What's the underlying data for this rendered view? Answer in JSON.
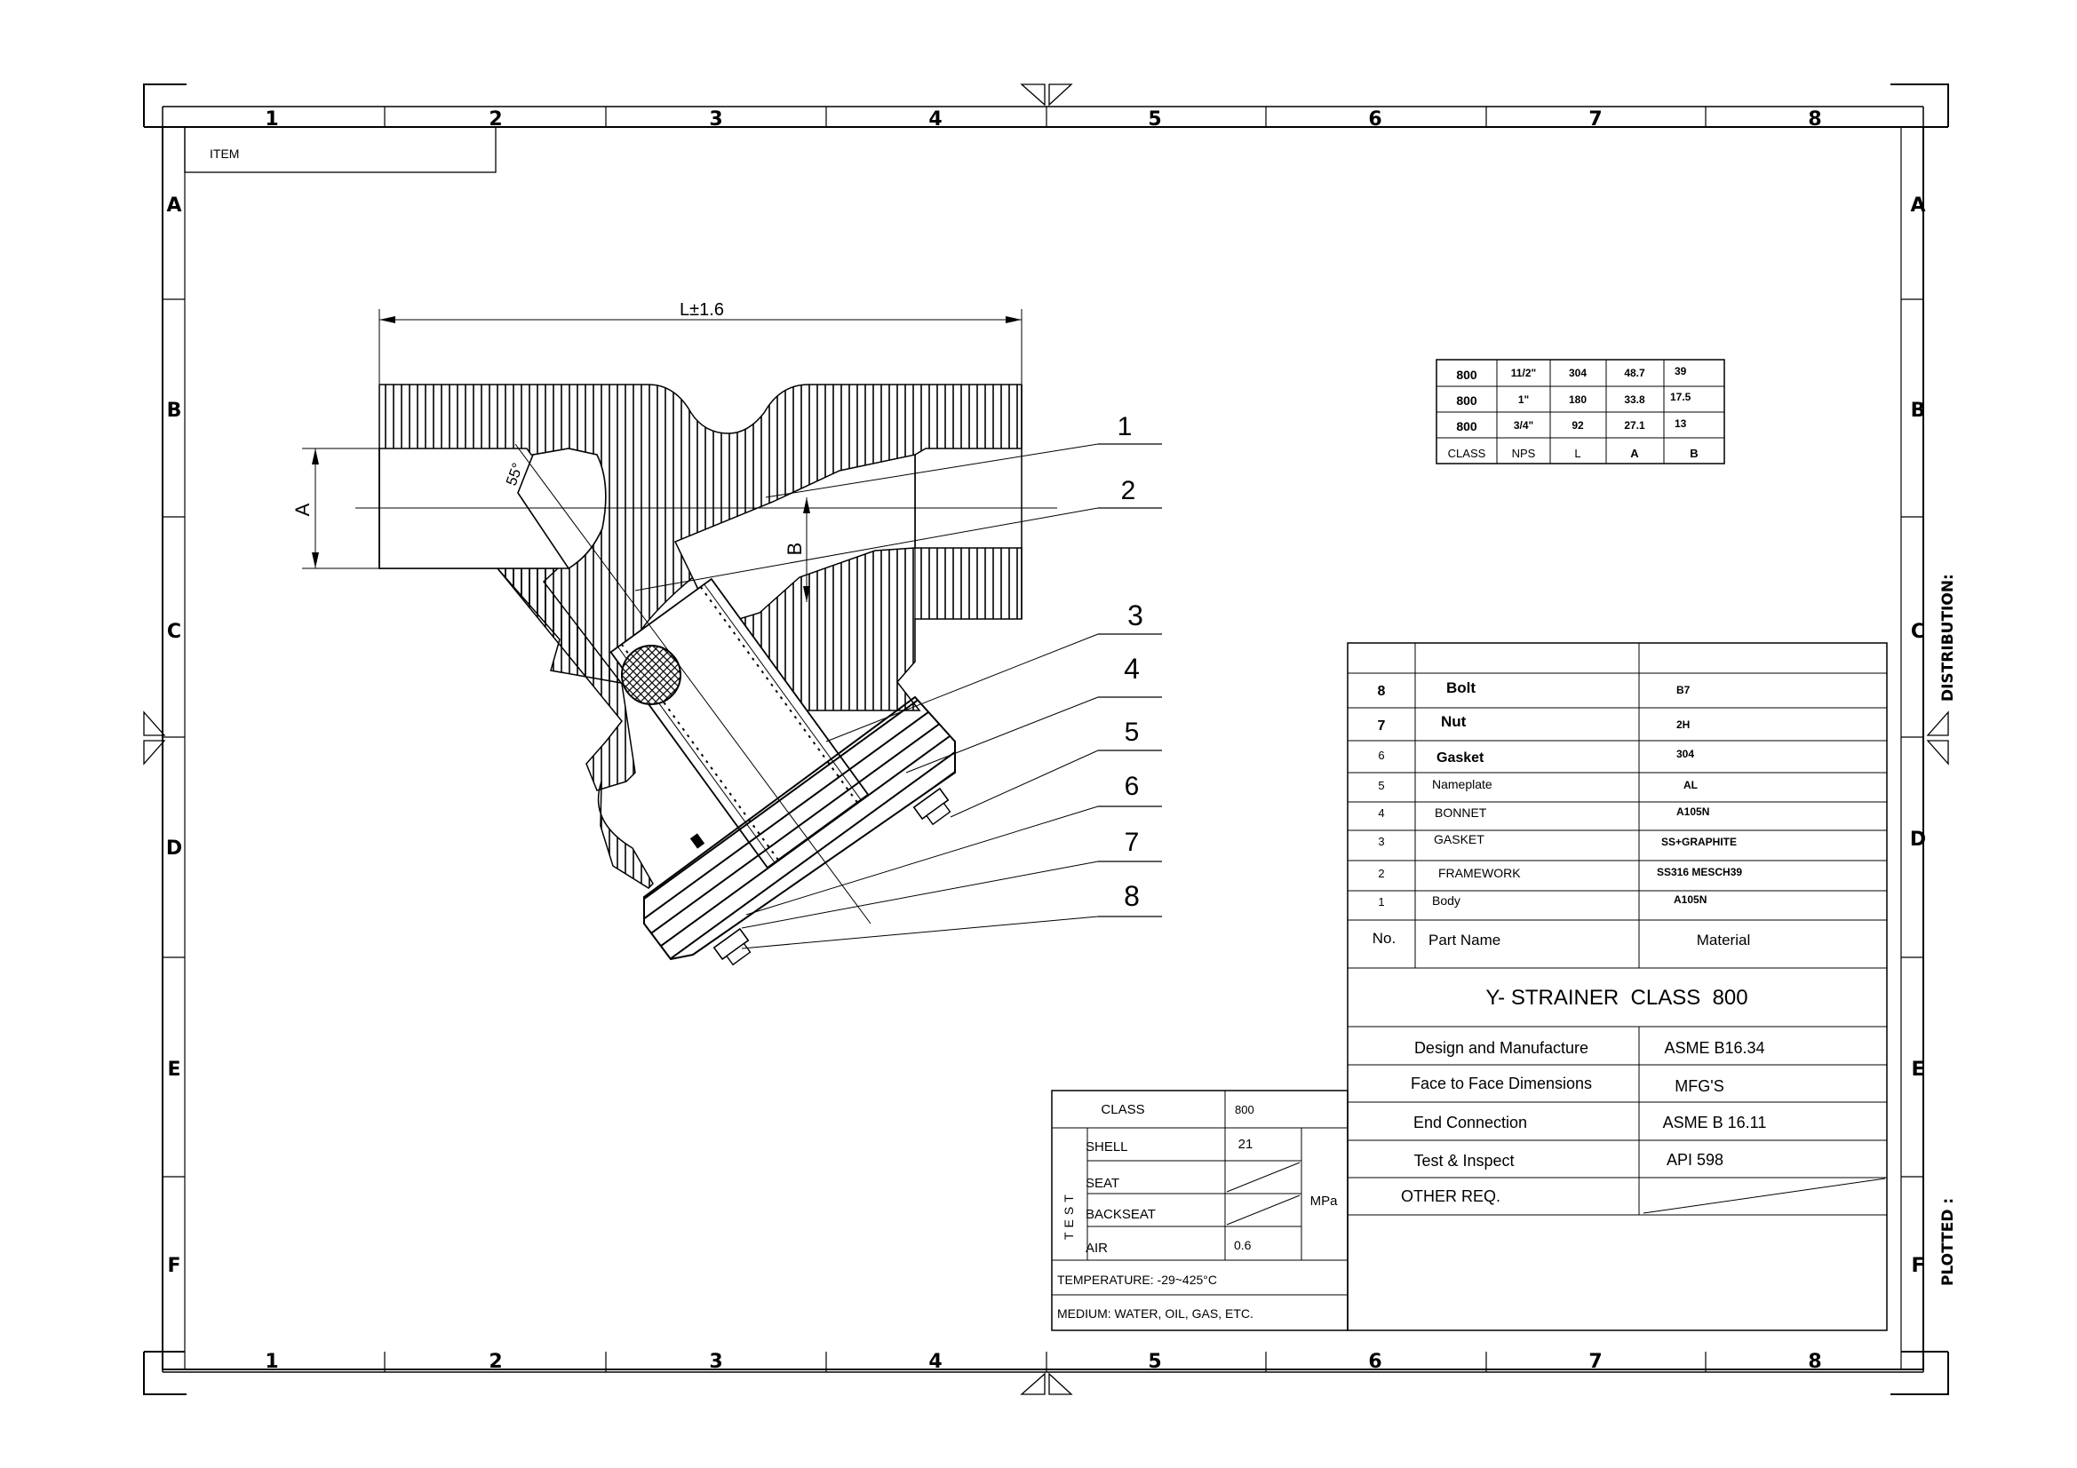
{
  "frame": {
    "columns": [
      "1",
      "2",
      "3",
      "4",
      "5",
      "6",
      "7",
      "8"
    ],
    "rows": [
      "A",
      "B",
      "C",
      "D",
      "E",
      "F"
    ],
    "item_label": "ITEM",
    "side_labels": {
      "distribution": "DISTRIBUTION:",
      "plotted": "PLOTTED :"
    }
  },
  "drawing": {
    "dim_length": "L±1.6",
    "dim_a": "A",
    "dim_b": "B",
    "angle": "55°",
    "balloons": [
      "1",
      "2",
      "3",
      "4",
      "5",
      "6",
      "7",
      "8"
    ]
  },
  "dimension_table": {
    "headers": [
      "CLASS",
      "NPS",
      "L",
      "A",
      "B"
    ],
    "rows": [
      [
        "800",
        "11/2\"",
        "304",
        "48.7",
        "39"
      ],
      [
        "800",
        "1\"",
        "180",
        "33.8",
        "17.5"
      ],
      [
        "800",
        "3/4\"",
        "92",
        "27.1",
        "13"
      ]
    ]
  },
  "parts_table": {
    "header": {
      "no": "No.",
      "name": "Part Name",
      "material": "Material"
    },
    "rows": [
      {
        "no": "8",
        "name": "Bolt",
        "material": "B7"
      },
      {
        "no": "7",
        "name": "Nut",
        "material": "2H"
      },
      {
        "no": "6",
        "name": "Gasket",
        "material": "304"
      },
      {
        "no": "5",
        "name": "Nameplate",
        "material": "AL"
      },
      {
        "no": "4",
        "name": "BONNET",
        "material": "A105N"
      },
      {
        "no": "3",
        "name": "GASKET",
        "material": "SS+GRAPHITE"
      },
      {
        "no": "2",
        "name": "FRAMEWORK",
        "material": "SS316 MESCH39"
      },
      {
        "no": "1",
        "name": "Body",
        "material": "A105N"
      }
    ]
  },
  "title": "Y- STRAINER  CLASS  800",
  "spec_table": [
    {
      "label": "Design and Manufacture",
      "value": "ASME B16.34"
    },
    {
      "label": "Face to Face Dimensions",
      "value": "MFG'S"
    },
    {
      "label": "End Connection",
      "value": "ASME B 16.11"
    },
    {
      "label": "Test & Inspect",
      "value": "API 598"
    },
    {
      "label": "OTHER REQ.",
      "value": ""
    }
  ],
  "test_table": {
    "class_label": "CLASS",
    "class_value": "800",
    "test_label": "TEST",
    "unit": "MPa",
    "rows": [
      {
        "label": "SHELL",
        "value": "21"
      },
      {
        "label": "SEAT",
        "value": ""
      },
      {
        "label": "BACKSEAT",
        "value": ""
      },
      {
        "label": "AIR",
        "value": "0.6"
      }
    ],
    "temperature": "TEMPERATURE: -29~425°C",
    "medium": "MEDIUM: WATER, OIL, GAS, ETC."
  }
}
